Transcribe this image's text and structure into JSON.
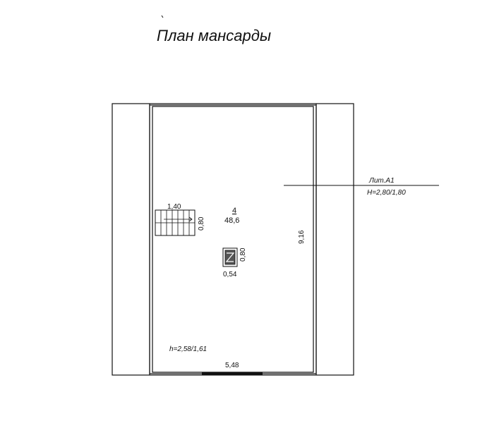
{
  "title": "План мансарды",
  "room": {
    "number": "4",
    "area": "48,6"
  },
  "dimensions": {
    "stair_width": "1,40",
    "stair_depth": "0,80",
    "chimney_height": "0,80",
    "chimney_width": "0,54",
    "room_length": "9,16",
    "room_width": "5,48",
    "ceiling_height": "h=2,58/1,61"
  },
  "callout": {
    "lit": "Лит.А1",
    "height": "Н=2,80/1,80"
  },
  "colors": {
    "line": "#111111",
    "background": "#ffffff",
    "chimney_fill": "#555555"
  }
}
